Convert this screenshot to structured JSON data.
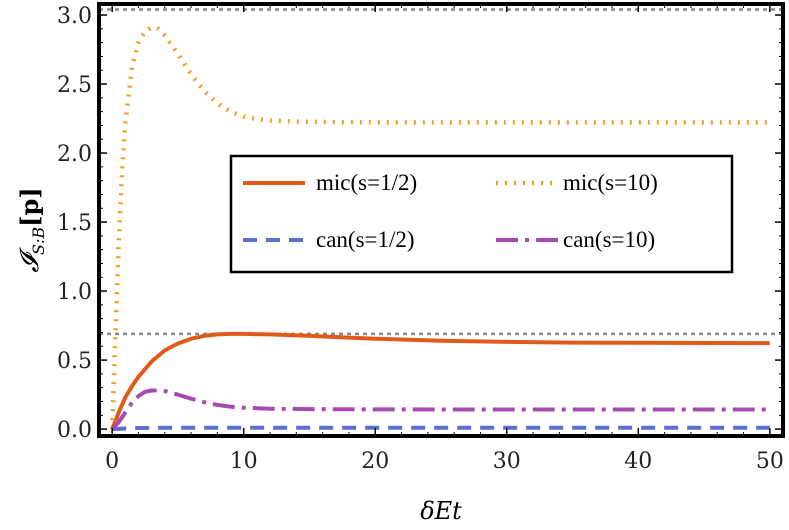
{
  "chart_data": {
    "type": "line",
    "xlabel": "δEt",
    "ylabel": "𝓘S:B[p]",
    "ylabel_main": "𝓘",
    "ylabel_sub": "S:B",
    "ylabel_tail": "[p]",
    "xlim": [
      -1,
      51
    ],
    "ylim": [
      -0.05,
      3.08
    ],
    "xticks": [
      0,
      10,
      20,
      30,
      40,
      50
    ],
    "yticks": [
      0.0,
      0.5,
      1.0,
      1.5,
      2.0,
      2.5,
      3.0
    ],
    "xtick_labels": [
      "0",
      "10",
      "20",
      "30",
      "40",
      "50"
    ],
    "ytick_labels": [
      "0.0",
      "0.5",
      "1.0",
      "1.5",
      "2.0",
      "2.5",
      "3.0"
    ],
    "reference_lines": [
      {
        "y": 3.04,
        "style": "dotted",
        "color": "#888888"
      },
      {
        "y": 0.69,
        "style": "dotted",
        "color": "#888888"
      }
    ],
    "legend_position": "center",
    "series": [
      {
        "name": "mic(s=1/2)",
        "color": "#e05a1c",
        "dash": "solid",
        "x": [
          0,
          0.5,
          1,
          1.5,
          2,
          3,
          4,
          5,
          6,
          7,
          8,
          9,
          10,
          12,
          15,
          20,
          25,
          30,
          35,
          40,
          45,
          50
        ],
        "y": [
          0.0,
          0.12,
          0.23,
          0.31,
          0.38,
          0.49,
          0.57,
          0.62,
          0.655,
          0.675,
          0.686,
          0.69,
          0.69,
          0.686,
          0.675,
          0.655,
          0.64,
          0.632,
          0.627,
          0.625,
          0.624,
          0.623
        ]
      },
      {
        "name": "mic(s=10)",
        "color": "#f0a020",
        "dash": "dotted",
        "x": [
          0,
          0.25,
          0.5,
          0.75,
          1,
          1.5,
          2,
          2.5,
          3,
          3.5,
          4,
          5,
          6,
          7,
          8,
          9,
          10,
          11,
          12,
          14,
          16,
          20,
          25,
          30,
          40,
          50
        ],
        "y": [
          0.0,
          0.7,
          1.35,
          1.85,
          2.22,
          2.62,
          2.8,
          2.88,
          2.91,
          2.9,
          2.85,
          2.72,
          2.57,
          2.45,
          2.36,
          2.3,
          2.265,
          2.245,
          2.235,
          2.228,
          2.225,
          2.223,
          2.222,
          2.222,
          2.222,
          2.222
        ]
      },
      {
        "name": "can(s=1/2)",
        "color": "#5b6fcf",
        "dash": "dashed",
        "x": [
          0,
          1,
          2,
          5,
          10,
          20,
          30,
          40,
          50
        ],
        "y": [
          0.0,
          0.004,
          0.008,
          0.01,
          0.01,
          0.01,
          0.01,
          0.01,
          0.01
        ]
      },
      {
        "name": "can(s=10)",
        "color": "#a84ab4",
        "dash": "dashdot",
        "x": [
          0,
          0.5,
          1,
          1.5,
          2,
          2.5,
          3,
          3.5,
          4,
          5,
          6,
          7,
          8,
          9,
          10,
          12,
          15,
          20,
          30,
          40,
          50
        ],
        "y": [
          0.0,
          0.05,
          0.12,
          0.19,
          0.24,
          0.27,
          0.28,
          0.28,
          0.275,
          0.25,
          0.22,
          0.195,
          0.175,
          0.162,
          0.155,
          0.148,
          0.145,
          0.143,
          0.142,
          0.142,
          0.142
        ]
      }
    ]
  }
}
